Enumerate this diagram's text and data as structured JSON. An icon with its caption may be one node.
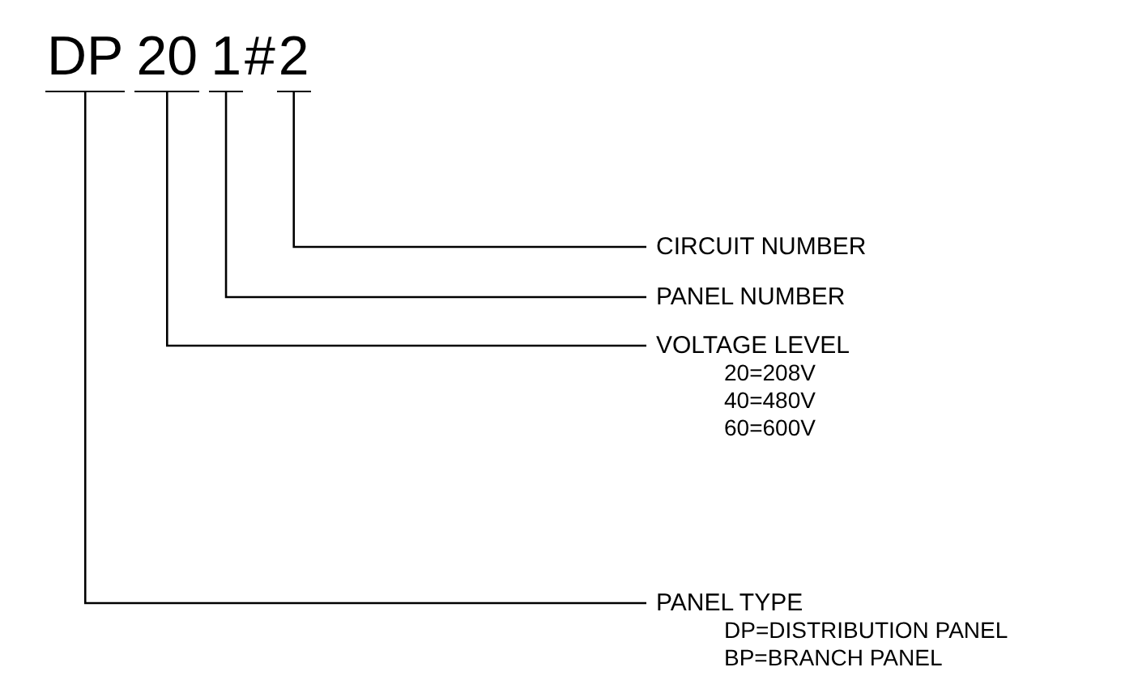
{
  "diagram": {
    "nodes": [
      {
        "text": [
          "DP"
        ]
      },
      {
        "text": [
          "20"
        ]
      },
      {
        "text": [
          "1"
        ]
      },
      {
        "text": [
          "2"
        ]
      },
      {
        "text": [
          "CIRCUIT NUMBER"
        ]
      },
      {
        "text": [
          "PANEL NUMBER"
        ]
      },
      {
        "text": [
          "VOLTAGE LEVEL",
          "20=208V",
          "40=480V",
          "60=600V"
        ]
      },
      {
        "text": [
          "PANEL TYPE",
          "DP=DISTRIBUTION PANEL",
          "BP=BRANCH PANEL"
        ]
      }
    ],
    "edges": [
      {
        "from": 4,
        "to": 3,
        "arrow": "none"
      },
      {
        "from": 5,
        "to": 2,
        "arrow": "none"
      },
      {
        "from": 6,
        "to": 1,
        "arrow": "none"
      },
      {
        "from": 7,
        "to": 0,
        "arrow": "none"
      }
    ],
    "labels": [
      "#"
    ]
  }
}
